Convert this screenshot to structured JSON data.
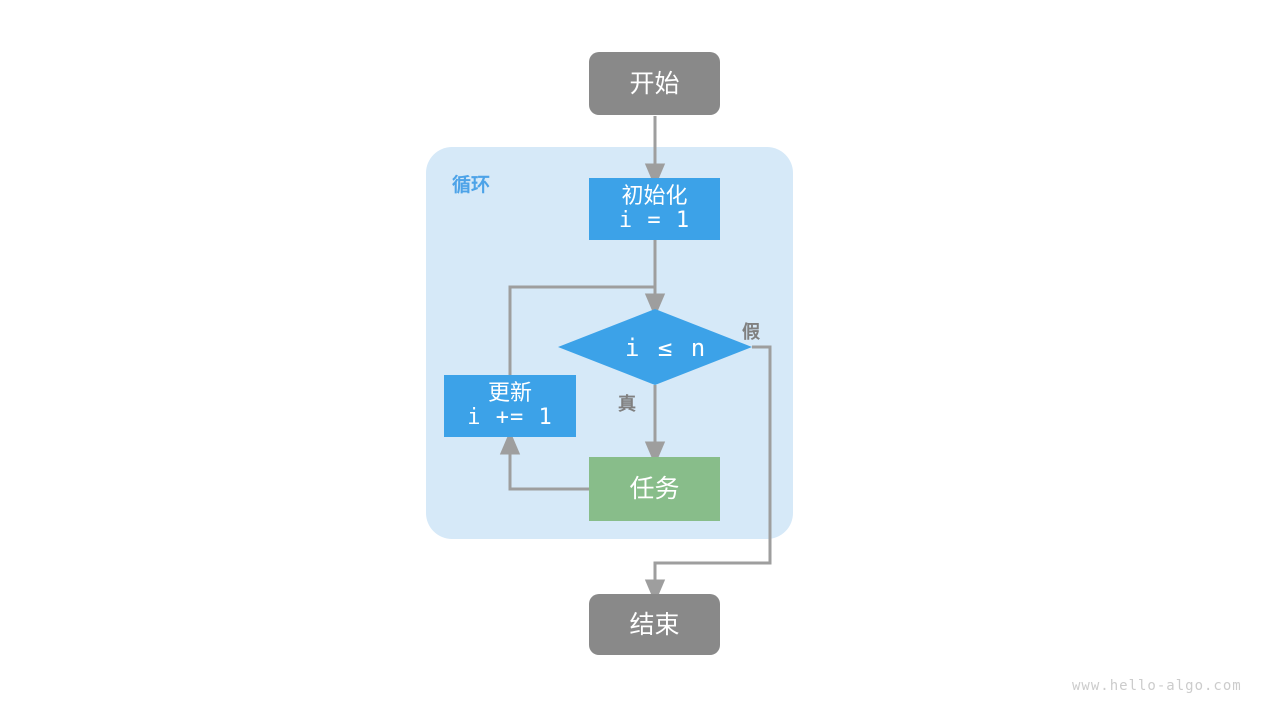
{
  "diagram": {
    "title_watermark": "www.hello-algo.com",
    "group": {
      "label": "循环",
      "color": "#d6e9f8",
      "label_color": "#4da3e8"
    },
    "colors": {
      "terminal": "#898989",
      "process": "#3ca2e8",
      "task": "#88bd8a",
      "edge": "#9e9e9e",
      "group_bg": "#d6e9f8",
      "text_light": "#ffffff",
      "label_gray": "#808080",
      "watermark": "#cccccc"
    },
    "nodes": {
      "start": {
        "label": "开始",
        "shape": "terminal"
      },
      "init": {
        "label_line1": "初始化",
        "label_line2": "i = 1",
        "shape": "process"
      },
      "condition": {
        "label": "i ≤ n",
        "shape": "diamond"
      },
      "update": {
        "label_line1": "更新",
        "label_line2": "i += 1",
        "shape": "process"
      },
      "task": {
        "label": "任务",
        "shape": "process-green"
      },
      "end": {
        "label": "结束",
        "shape": "terminal"
      }
    },
    "edge_labels": {
      "true_branch": "真",
      "false_branch": "假"
    }
  }
}
